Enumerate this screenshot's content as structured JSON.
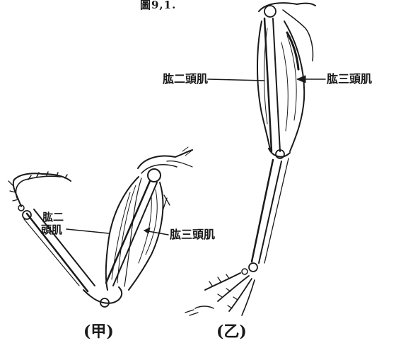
{
  "title": "圖9,1.",
  "figure_a": {
    "caption": "(甲)",
    "label_biceps_line1": "肱二",
    "label_biceps_line2": "頭肌",
    "label_triceps": "肱三頭肌"
  },
  "figure_b": {
    "caption": "(乙)",
    "label_biceps": "肱二頭肌",
    "label_triceps": "肱三頭肌"
  },
  "colors": {
    "ink": "#1a1a1a",
    "paper": "#ffffff"
  }
}
